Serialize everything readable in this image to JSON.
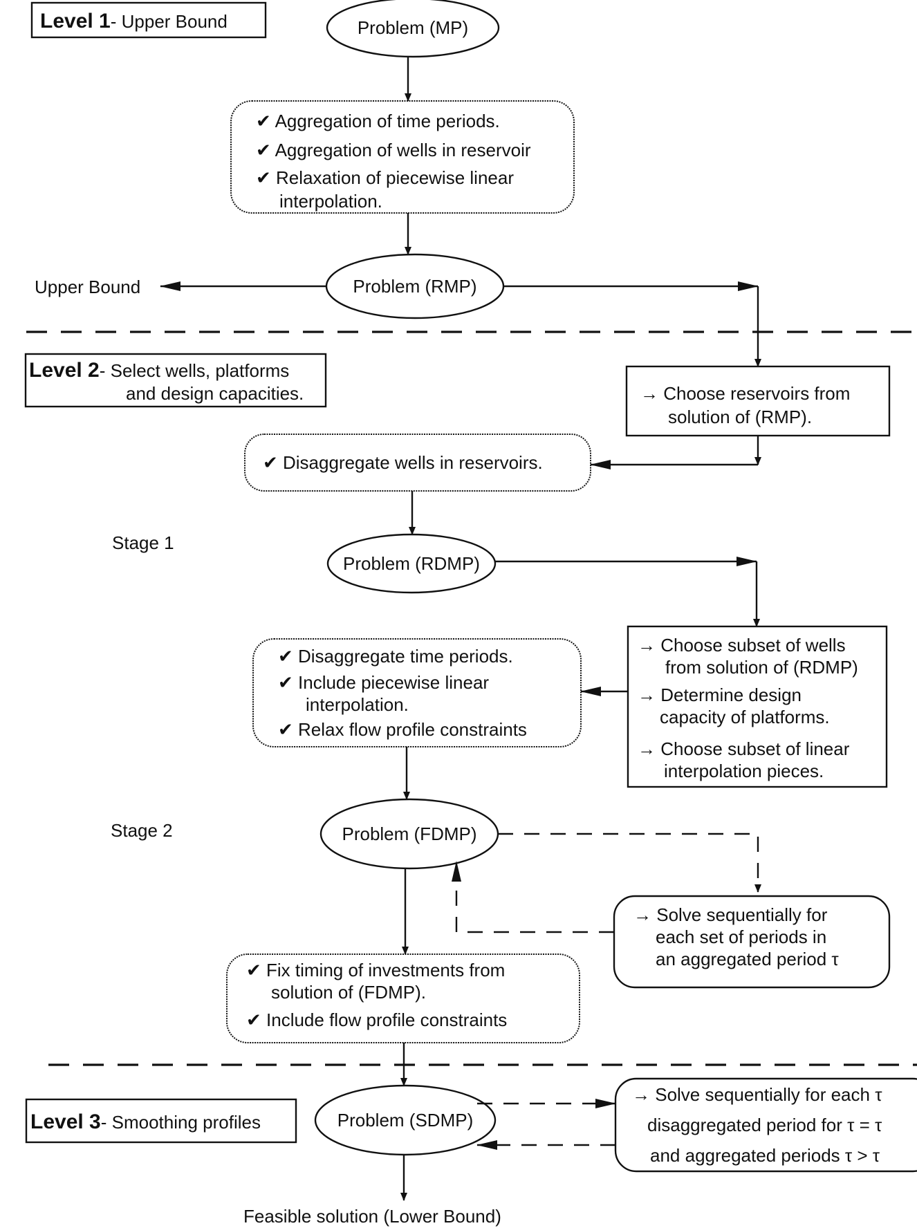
{
  "levels": {
    "level1": {
      "bold": "Level 1",
      "rest": "- Upper Bound"
    },
    "level2": {
      "bold": "Level 2",
      "rest": "- Select wells, platforms",
      "line2": "and design capacities."
    },
    "level3": {
      "bold": "Level 3",
      "rest": "- Smoothing profiles"
    }
  },
  "labels": {
    "upper_bound": "Upper Bound",
    "stage1": "Stage 1",
    "stage2": "Stage 2",
    "feasible": "Feasible solution (Lower Bound)"
  },
  "nodes": {
    "mp": "Problem (MP)",
    "rmp": "Problem (RMP)",
    "rdmp": "Problem (RDMP)",
    "fdmp": "Problem (FDMP)",
    "sdmp": "Problem (SDMP)"
  },
  "boxes": {
    "aggregation": [
      "✔ Aggregation of time periods.",
      "✔ Aggregation of wells in reservoir",
      "✔ Relaxation of piecewise linear",
      "interpolation."
    ],
    "choose_reservoirs": [
      "→ Choose reservoirs from",
      "solution of (RMP)."
    ],
    "disaggregate_wells": [
      "✔ Disaggregate wells in reservoirs."
    ],
    "disaggregate_time": [
      "✔ Disaggregate time periods.",
      "✔ Include piecewise linear",
      "interpolation.",
      "✔  Relax flow profile constraints"
    ],
    "choose_subset": [
      "→ Choose subset of wells",
      "from solution of (RDMP)",
      "→ Determine design",
      "capacity of platforms.",
      "→ Choose subset  of linear",
      "interpolation pieces."
    ],
    "solve_sequential": [
      "→ Solve sequentially for",
      "each set of periods in",
      "an aggregated period τ"
    ],
    "fix_timing": [
      "✔ Fix timing of investments from",
      "solution of (FDMP).",
      "✔  Include flow profile constraints"
    ],
    "solve_each": [
      "→ Solve sequentially for each τ",
      "disaggregated period for  τ = τ",
      "and aggregated periods τ > τ"
    ]
  }
}
